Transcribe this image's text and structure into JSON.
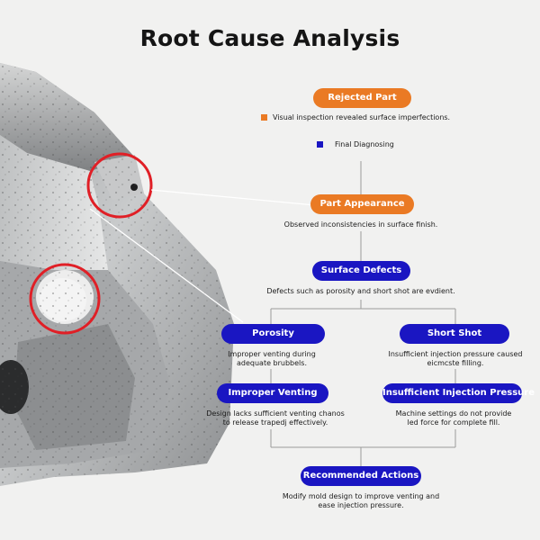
{
  "title": "Root Cause Analysis",
  "legend": [
    {
      "color": "#ea7a24",
      "text": "Visual inspection revealed surface imperfections."
    },
    {
      "color": "#1a16c2",
      "text": "Final Diagnosing"
    }
  ],
  "nodes": {
    "rejected_part": {
      "label": "Rejected Part",
      "color": "#ea7a24"
    },
    "part_appearance": {
      "label": "Part Appearance",
      "desc": "Observed inconsistencies in surface finish.",
      "color": "#ea7a24"
    },
    "surface_defects": {
      "label": "Surface Defects",
      "desc": "Defects such as porosity and short shot are evdient.",
      "color": "#1a16c2"
    },
    "porosity": {
      "label": "Porosity",
      "desc_1": "Improper venting during",
      "desc_2": "adequate brubbels.",
      "color": "#1a16c2"
    },
    "short_shot": {
      "label": "Short Shot",
      "desc_1": "Insufficient injection pressure caused",
      "desc_2": "eicmcste filling.",
      "color": "#1a16c2"
    },
    "improper_venting": {
      "label": "Improper Venting",
      "desc_1": "Design lacks sufficient venting chanos",
      "desc_2": "to release trapedj effectively.",
      "color": "#1a16c2"
    },
    "insufficient_pressure": {
      "label": "Insufficient Injection Pressure",
      "desc_1": "Machine settings do not provide",
      "desc_2": "led force for complete fill.",
      "color": "#1a16c2"
    },
    "recommended_actions": {
      "label": "Recommended Actions",
      "desc_1": "Modify mold design to improve venting and",
      "desc_2": "ease injection pressure.",
      "color": "#1a16c2"
    }
  },
  "highlight_color": "#e01f26"
}
